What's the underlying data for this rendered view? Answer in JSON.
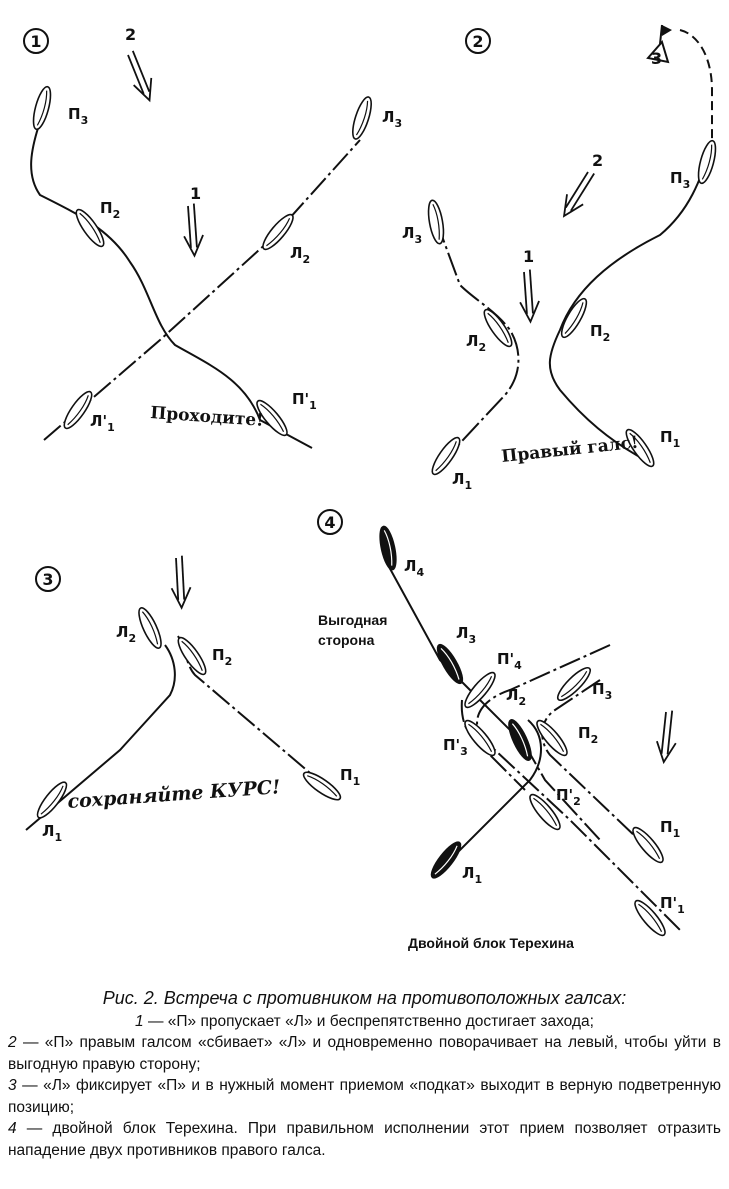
{
  "panels": {
    "p1": {
      "number": "1",
      "wind_labels": [
        "2",
        "1"
      ],
      "command": "Проходите!",
      "boats": [
        "П",
        "П",
        "Л",
        "Л",
        "Л'",
        "П'"
      ],
      "subs": [
        "3",
        "2",
        "3",
        "2",
        "1",
        "1"
      ]
    },
    "p2": {
      "number": "2",
      "mark": "3",
      "wind_labels": [
        "2",
        "1"
      ],
      "command": "Правый галс!",
      "boats": [
        "Л",
        "П",
        "Л",
        "П",
        "Л",
        "П"
      ],
      "subs": [
        "3",
        "3",
        "2",
        "2",
        "1",
        "1"
      ]
    },
    "p3": {
      "number": "3",
      "command": "сохраняйте КУРС!",
      "boats": [
        "Л",
        "П",
        "Л",
        "П"
      ],
      "subs": [
        "2",
        "2",
        "1",
        "1"
      ]
    },
    "p4": {
      "number": "4",
      "favored_side": [
        "Выгодная",
        "сторона"
      ],
      "title": "Двойной блок Терехина",
      "boats": [
        "Л",
        "Л",
        "П'",
        "Л",
        "П",
        "П'",
        "П",
        "П'",
        "П",
        "Л",
        "П'"
      ],
      "subs": [
        "4",
        "3",
        "4",
        "2",
        "3",
        "3",
        "2",
        "2",
        "1",
        "1",
        "1"
      ]
    }
  },
  "caption": {
    "title": "Рис. 2. Встреча с противником на противоположных галсах:",
    "items": [
      {
        "num": "1",
        "text": "— «П» пропускает «Л» и беспрепятственно достигает захода;"
      },
      {
        "num": "2",
        "text": "— «П» правым галсом «сбивает» «Л» и одновременно поворачивает на левый, чтобы уйти в выгодную правую сторону;"
      },
      {
        "num": "3",
        "text": "— «Л» фиксирует «П» и в нужный момент приемом «подкат» выходит в верную подветренную позицию;"
      },
      {
        "num": "4",
        "text": "— двойной блок Терехина. При правильном исполнении этот прием позволяет отразить нападение двух противников правого галса."
      }
    ]
  }
}
